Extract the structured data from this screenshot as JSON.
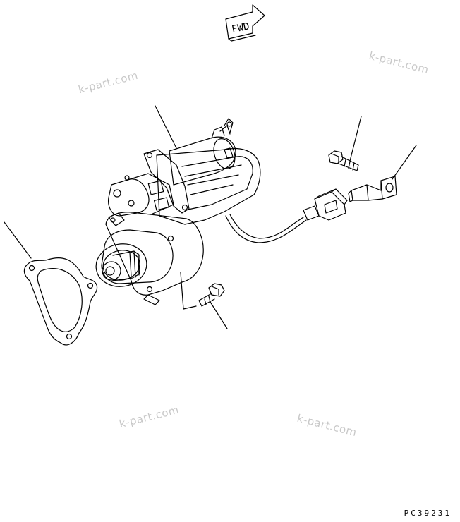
{
  "diagram": {
    "fwd_label": "FWD",
    "watermarks": [
      "k-part.com",
      "k-part.com",
      "k-part.com",
      "k-part.com"
    ],
    "figure_code": "PC39231",
    "colors": {
      "line": "#000000",
      "watermark": "#c8c8c8",
      "background": "#ffffff"
    }
  }
}
